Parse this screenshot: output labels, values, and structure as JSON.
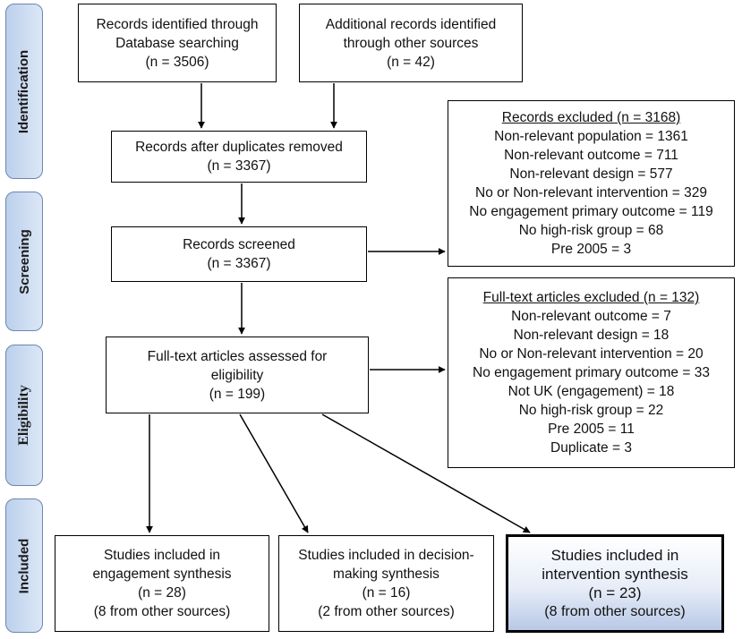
{
  "stages": {
    "identification": "Identification",
    "screening": "Screening",
    "eligibility": "Eligibility",
    "included": "Included"
  },
  "boxes": {
    "database": {
      "line1": "Records identified through",
      "line2": "Database searching",
      "line3": "(n = 3506)"
    },
    "other_sources": {
      "line1": "Additional records identified",
      "line2": "through other sources",
      "line3": "(n = 42)"
    },
    "duplicates_removed": {
      "line1": "Records after duplicates removed",
      "line2": "(n = 3367)"
    },
    "screened": {
      "line1": "Records screened",
      "line2": "(n = 3367)"
    },
    "fulltext_assessed": {
      "line1": "Full-text articles assessed for",
      "line2": "eligibility",
      "line3": "(n = 199)"
    },
    "engagement": {
      "line1": "Studies included in",
      "line2": "engagement synthesis",
      "line3": "(n = 28)",
      "line4": "(8 from other sources)"
    },
    "decision": {
      "line1": "Studies included in decision-",
      "line2": "making synthesis",
      "line3": "(n = 16)",
      "line4": "(2 from other sources)"
    },
    "intervention": {
      "line1": "Studies included in",
      "line2": "intervention synthesis",
      "line3": "(n = 23)",
      "line4": "(8 from other sources)"
    }
  },
  "records_excluded": {
    "heading": "Records excluded (n = 3168)",
    "items": [
      "Non-relevant population = 1361",
      "Non-relevant outcome = 711",
      "Non-relevant design = 577",
      "No or Non-relevant intervention = 329",
      "No engagement primary outcome = 119",
      "No high-risk group = 68",
      "Pre 2005 = 3"
    ]
  },
  "fulltext_excluded": {
    "heading": "Full-text articles excluded (n = 132)",
    "items": [
      "Non-relevant outcome = 7",
      "Non-relevant design = 18",
      "No or Non-relevant intervention = 20",
      "No engagement primary outcome = 33",
      "Not UK (engagement) = 18",
      "No high-risk group = 22",
      "Pre 2005 = 11",
      "Duplicate = 3"
    ]
  }
}
